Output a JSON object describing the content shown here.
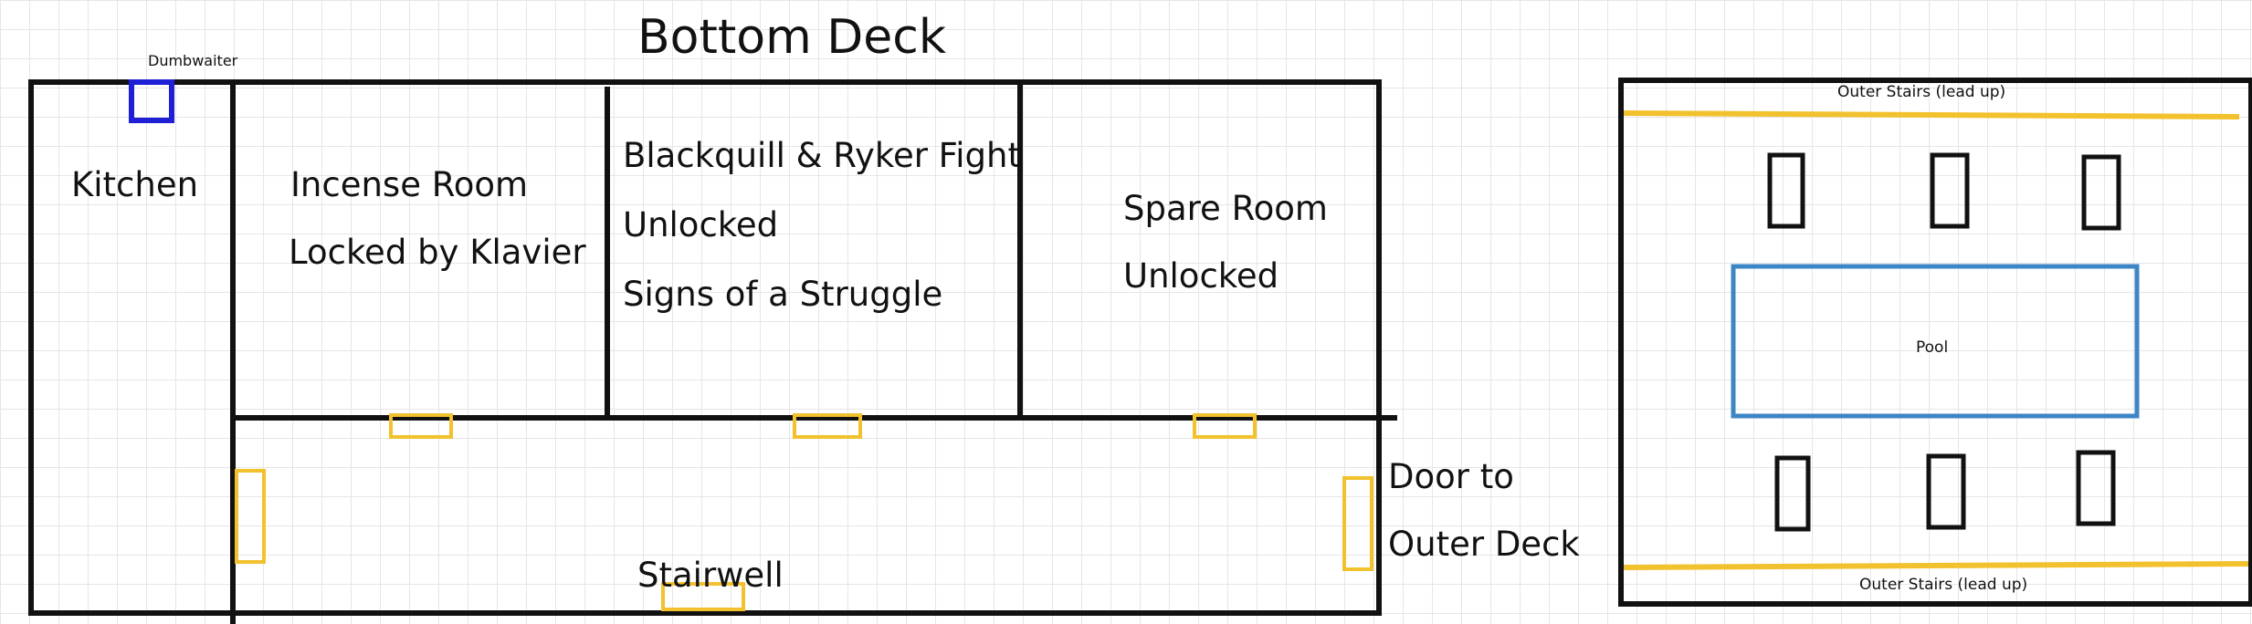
{
  "title": "Bottom Deck",
  "rooms": {
    "kitchen": {
      "name": "Kitchen"
    },
    "dumbwaiter": {
      "name": "Dumbwaiter"
    },
    "incense": {
      "name": "Incense Room",
      "status": "Locked by Klavier"
    },
    "fight": {
      "name": "Blackquill & Ryker Fight",
      "status": "Unlocked",
      "note": "Signs of a Struggle"
    },
    "spare": {
      "name": "Spare Room",
      "status": "Unlocked"
    },
    "stairwell": {
      "name": "Stairwell"
    },
    "outer_door": {
      "line1": "Door to",
      "line2": "Outer Deck"
    }
  },
  "outer_deck": {
    "stairs_top": "Outer Stairs (lead up)",
    "stairs_bottom": "Outer Stairs (lead up)",
    "pool": "Pool"
  },
  "colors": {
    "wall": "#111111",
    "door": "#f2c12e",
    "dumbwaiter": "#1f1fd6",
    "pool": "#3d86c6",
    "grid": "#e6e6e6"
  }
}
